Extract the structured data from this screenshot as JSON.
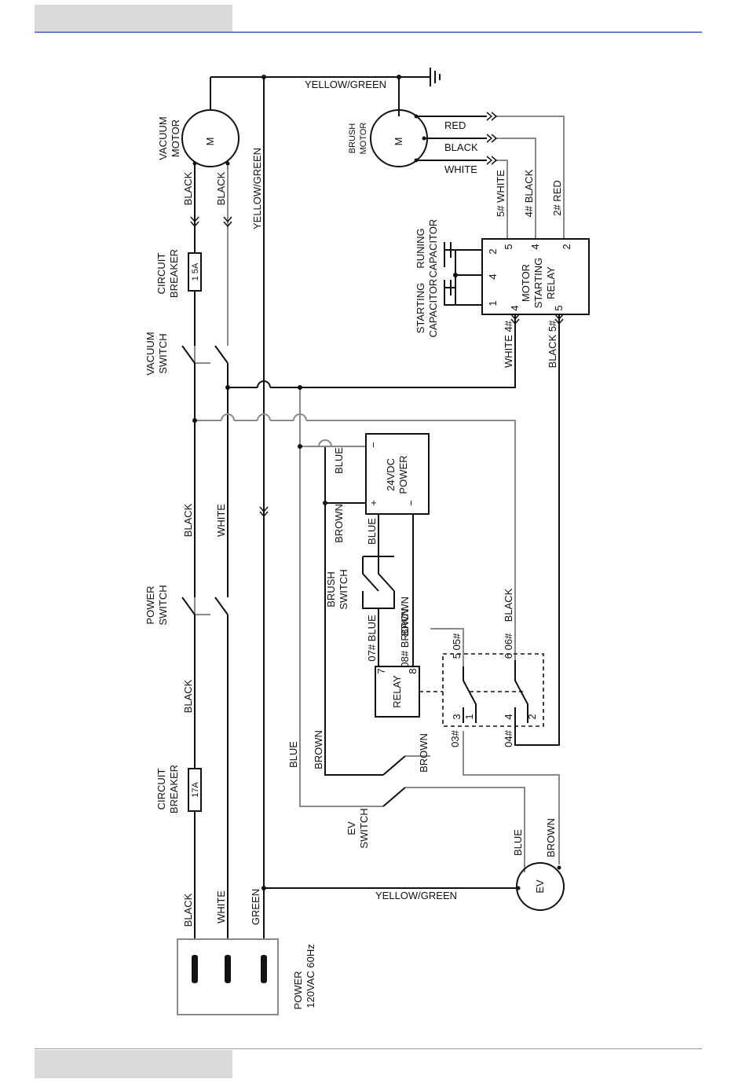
{
  "labels": {
    "yg_top": "YELLOW/GREEN",
    "yg_vert": "YELLOW/GREEN",
    "yg_bottom": "YELLOW/GREEN",
    "vacuum_motor": [
      "VACUUM",
      "MOTOR"
    ],
    "brush_motor": [
      "BRUSH",
      "MOTOR"
    ],
    "motor_symbol": "M",
    "vm_black1": "BLACK",
    "vm_black2": "BLACK",
    "cb_top_title": [
      "CIRCUIT",
      "BREAKER"
    ],
    "cb_top_rating": "1 5A",
    "cb_bot_title": [
      "CIRCUIT",
      "BREAKER"
    ],
    "cb_bot_rating": "17A",
    "vacuum_switch": [
      "VACUUM",
      "SWITCH"
    ],
    "power_switch": [
      "POWER",
      "SWITCH"
    ],
    "black_a": "BLACK",
    "white_a": "WHITE",
    "black_b": "BLACK",
    "black_c": "BLACK",
    "white_c": "WHITE",
    "green_c": "GREEN",
    "power_title": "POWER",
    "power_rating": "120VAC 60Hz",
    "red": "RED",
    "black_m": "BLACK",
    "white_m": "WHITE",
    "w5": "5# WHITE",
    "b4": "4# BLACK",
    "r2": "2# RED",
    "running_cap": [
      "RUNING",
      "CAPACITOR"
    ],
    "starting_cap": [
      "STARTING",
      "CAPACITOR"
    ],
    "msr": [
      "MOTOR",
      "STARTING",
      "RELAY"
    ],
    "msr_pins_top": [
      "2",
      "4",
      "1"
    ],
    "msr_pins_right": [
      "5",
      "4",
      "2"
    ],
    "msr_pins_left": [
      "4",
      "5"
    ],
    "white4": "WHITE 4#",
    "black5": "BLACK 5#",
    "psu": [
      "24VDC",
      "POWER"
    ],
    "psu_minus_top": "−",
    "psu_plus": "+",
    "psu_minus": "−",
    "blue_a": "BLUE",
    "brown_a": "BROWN",
    "blue_b": "BLUE",
    "brush_switch": [
      "BRUSH",
      "SWITCH"
    ],
    "brown_b": "BROWN",
    "blue07": "07# BLUE",
    "brown08": "08# BROWN",
    "relay": "RELAY",
    "relay_pin7": "7",
    "relay_pin8": "8",
    "r05": "5  05#",
    "r06": "6  06#",
    "black06": "BLACK",
    "pins_left": [
      "3",
      "1"
    ],
    "pins_right": [
      "4",
      "2"
    ],
    "p03": "03#",
    "p04": "04#",
    "blue_c": "BLUE",
    "brown_c": "BROWN",
    "brown_d": "BROWN",
    "ev_switch": [
      "EV",
      "SWITCH"
    ],
    "blue_ev": "BLUE",
    "brown_ev": "BROWN",
    "ev": "EV"
  }
}
